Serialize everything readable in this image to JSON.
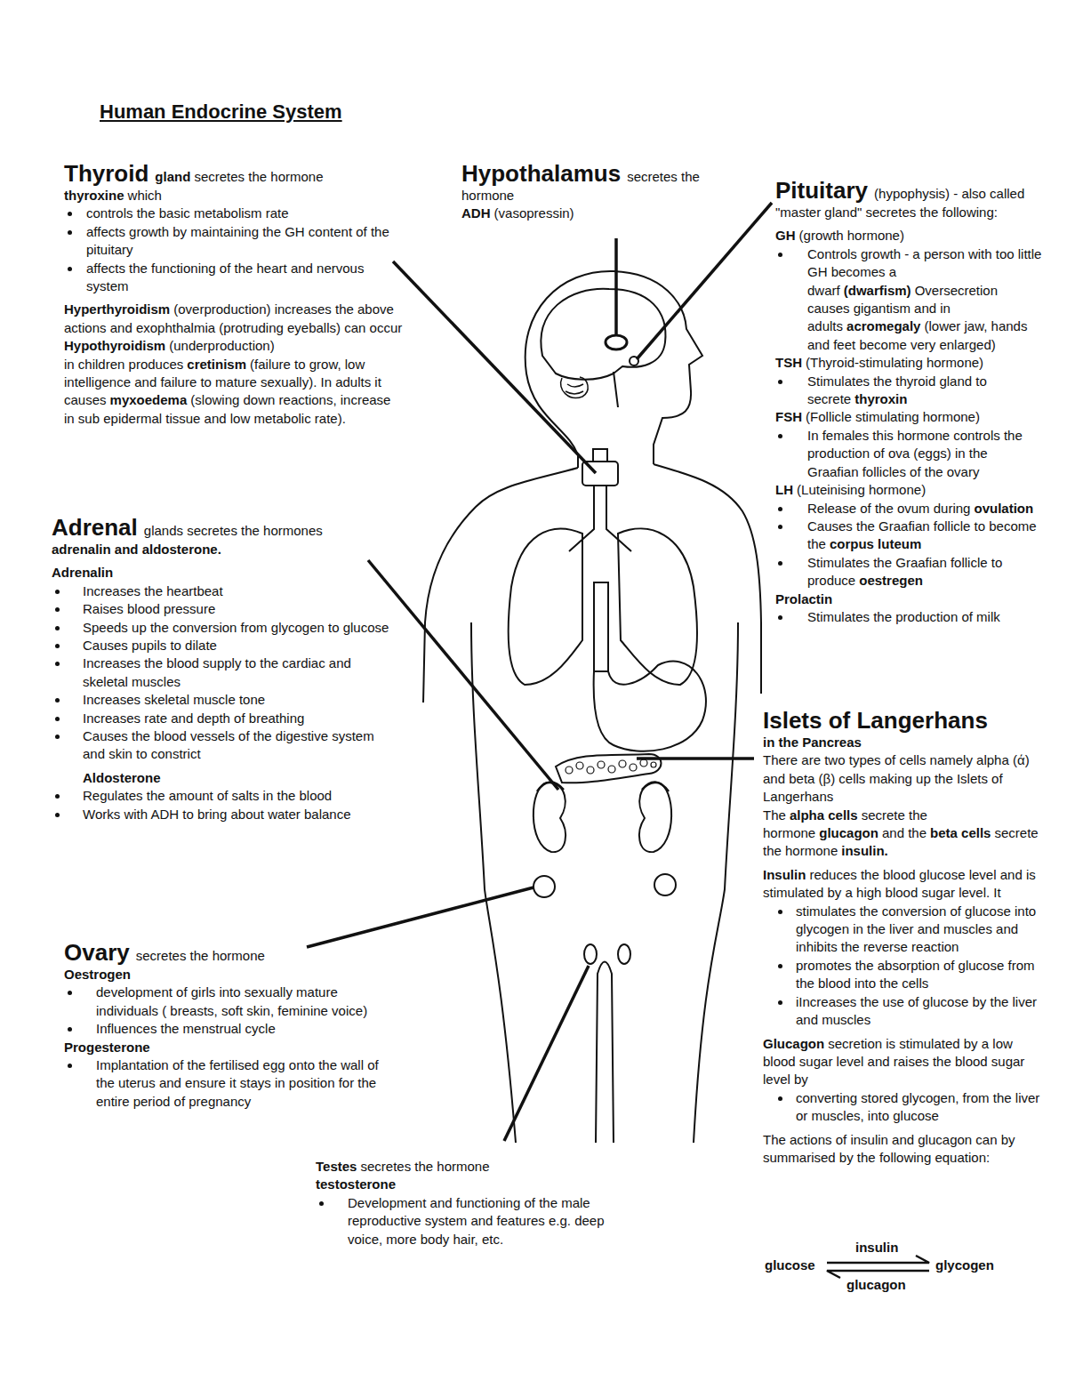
{
  "diagram": {
    "title": "Human Endocrine System",
    "labels": [
      "Thyroid",
      "gland",
      "secretes the hormone",
      "thyroxine",
      "which",
      "controls the basic metabolism rate",
      "affects growth by maintaining the GH content of the pituitary",
      "affects the functioning of the heart and nervous system",
      "Hyperthyroidism",
      "(overproduction) increases the above actions and exophthalmia (protruding eyeballs) can occur",
      "Hypothyroidism",
      "(underproduction)",
      "in children produces",
      "cretinism",
      "(failure to grow, low intelligence and failure to mature sexually). In adults it causes",
      "myxoedema",
      "(slowing down reactions, increase in sub epidermal tissue and low metabolic rate).",
      "Hypothalamus",
      "secretes the hormone",
      "ADH",
      "(vasopressin)",
      "Pituitary",
      "(hypophysis) - also called \"master gland\" secretes the following:",
      "GH",
      "(growth hormone)",
      "Controls growth - a person with too little GH becomes a dwarf",
      "(dwarfism)",
      "Oversecretion causes gigantism and in adults",
      "acromegaly",
      "(lower jaw, hands and feet become very enlarged)",
      "TSH",
      "(Thyroid-stimulating hormone)",
      "Stimulates the thyroid gland to secrete",
      "thyroxin",
      "FSH",
      "(Follicle stimulating hormone)",
      "In females this hormone controls the production of ova (eggs) in the Graafian follicles of the ovary",
      "LH",
      "(Luteinising hormone)",
      "Release of the ovum during",
      "ovulation",
      "Causes the Graafian follicle to become the",
      "corpus luteum",
      "Stimulates the Graafian follicle to produce",
      "oestregen",
      "Prolactin",
      "Stimulates the production of milk",
      "Adrenal",
      "glands secretes the hormones",
      "adrenalin and aldosterone.",
      "Adrenalin",
      "Increases the heartbeat",
      "Raises blood pressure",
      "Speeds up the conversion from glycogen to glucose",
      "Causes pupils to dilate",
      "Increases the blood supply to the cardiac and skeletal muscles",
      "Increases skeletal muscle tone",
      "Increases rate and depth of breathing",
      "Causes the blood vessels of the digestive system and skin to constrict",
      "Aldosterone",
      "Regulates the amount of salts in the blood",
      "Works with ADH to bring about water balance",
      "Islets of Langerhans",
      "in the Pancreas",
      "There are two types of cells namely alpha (ά) and beta (β) cells making up the Islets of Langerhans",
      "The",
      "alpha cells",
      "secrete the hormone",
      "glucagon",
      "and the",
      "beta cells",
      "secrete the hormone",
      "insulin.",
      "Insulin",
      "reduces the blood glucose level and is stimulated by a high blood sugar level. It",
      "stimulates the conversion of glucose into glycogen in the liver and muscles and inhibits the reverse reaction",
      "promotes the absorption of glucose from the blood into the cells",
      "iIncreases the use of glucose by the liver and muscles",
      "Glucagon",
      "secretion is stimulated by a low blood sugar level and raises the blood sugar level by",
      "converting stored glycogen, from the liver or muscles, into glucose",
      "The actions of insulin and glucagon can by summarised by the following equation:",
      "Ovary",
      "secretes the hormone",
      "Oestrogen",
      "development of girls into sexually mature individuals ( breasts, soft skin, feminine voice)",
      "Influences the menstrual cycle",
      "Progesterone",
      "Implantation of the fertilised egg onto the wall of the uterus and ensure it stays in position for the entire period of pregnancy",
      "Testes",
      "secretes the hormone",
      "testosterone",
      "Development and functioning of the male reproductive system and features e.g. deep voice, more body hair, etc.",
      "insulin",
      "glucose",
      "glycogen",
      "glucagon"
    ]
  }
}
